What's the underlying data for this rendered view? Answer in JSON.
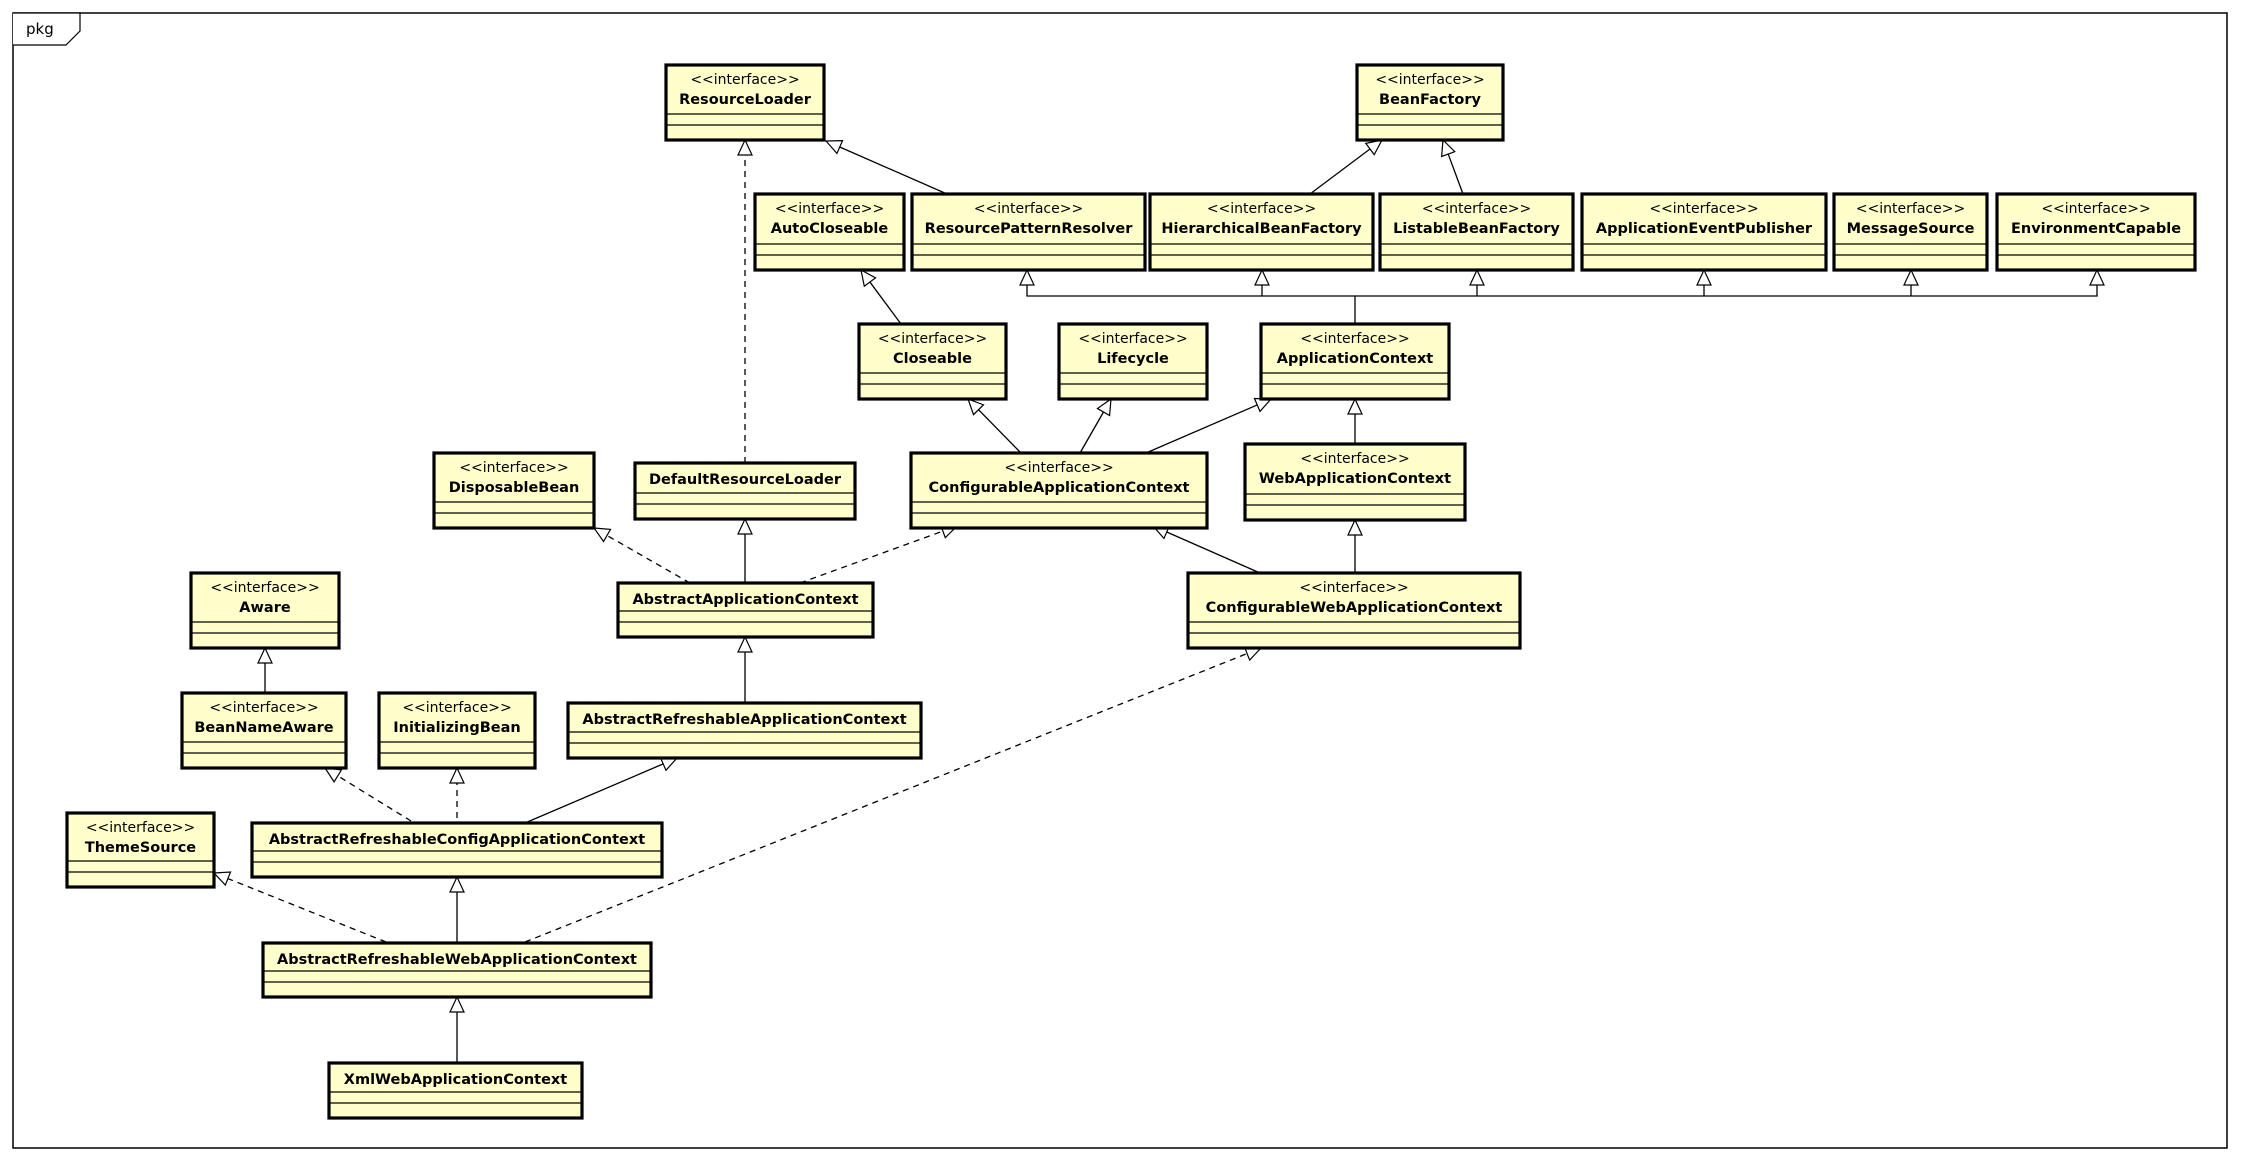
{
  "package": {
    "label": "pkg"
  },
  "stereotype": "<<interface>>",
  "colors": {
    "fill": "#FFFFCC",
    "stroke": "#000000"
  },
  "classes": [
    {
      "id": "ResourceLoader",
      "name": "ResourceLoader",
      "interface": true
    },
    {
      "id": "BeanFactory",
      "name": "BeanFactory",
      "interface": true
    },
    {
      "id": "AutoCloseable",
      "name": "AutoCloseable",
      "interface": true
    },
    {
      "id": "ResourcePatternResolver",
      "name": "ResourcePatternResolver",
      "interface": true
    },
    {
      "id": "HierarchicalBeanFactory",
      "name": "HierarchicalBeanFactory",
      "interface": true
    },
    {
      "id": "ListableBeanFactory",
      "name": "ListableBeanFactory",
      "interface": true
    },
    {
      "id": "ApplicationEventPublisher",
      "name": "ApplicationEventPublisher",
      "interface": true
    },
    {
      "id": "MessageSource",
      "name": "MessageSource",
      "interface": true
    },
    {
      "id": "EnvironmentCapable",
      "name": "EnvironmentCapable",
      "interface": true
    },
    {
      "id": "Closeable",
      "name": "Closeable",
      "interface": true
    },
    {
      "id": "Lifecycle",
      "name": "Lifecycle",
      "interface": true
    },
    {
      "id": "ApplicationContext",
      "name": "ApplicationContext",
      "interface": true
    },
    {
      "id": "DisposableBean",
      "name": "DisposableBean",
      "interface": true
    },
    {
      "id": "DefaultResourceLoader",
      "name": "DefaultResourceLoader",
      "interface": false
    },
    {
      "id": "ConfigurableApplicationContext",
      "name": "ConfigurableApplicationContext",
      "interface": true
    },
    {
      "id": "WebApplicationContext",
      "name": "WebApplicationContext",
      "interface": true
    },
    {
      "id": "Aware",
      "name": "Aware",
      "interface": true
    },
    {
      "id": "AbstractApplicationContext",
      "name": "AbstractApplicationContext",
      "interface": false
    },
    {
      "id": "ConfigurableWebApplicationContext",
      "name": "ConfigurableWebApplicationContext",
      "interface": true
    },
    {
      "id": "BeanNameAware",
      "name": "BeanNameAware",
      "interface": true
    },
    {
      "id": "InitializingBean",
      "name": "InitializingBean",
      "interface": true
    },
    {
      "id": "AbstractRefreshableApplicationContext",
      "name": "AbstractRefreshableApplicationContext",
      "interface": false
    },
    {
      "id": "ThemeSource",
      "name": "ThemeSource",
      "interface": true
    },
    {
      "id": "AbstractRefreshableConfigApplicationContext",
      "name": "AbstractRefreshableConfigApplicationContext",
      "interface": false
    },
    {
      "id": "AbstractRefreshableWebApplicationContext",
      "name": "AbstractRefreshableWebApplicationContext",
      "interface": false
    },
    {
      "id": "XmlWebApplicationContext",
      "name": "XmlWebApplicationContext",
      "interface": false
    }
  ],
  "relations": [
    {
      "from": "DefaultResourceLoader",
      "to": "ResourceLoader",
      "kind": "realization"
    },
    {
      "from": "ResourcePatternResolver",
      "to": "ResourceLoader",
      "kind": "generalization"
    },
    {
      "from": "HierarchicalBeanFactory",
      "to": "BeanFactory",
      "kind": "generalization"
    },
    {
      "from": "ListableBeanFactory",
      "to": "BeanFactory",
      "kind": "generalization"
    },
    {
      "from": "Closeable",
      "to": "AutoCloseable",
      "kind": "generalization"
    },
    {
      "from": "ApplicationContext",
      "to": "ResourcePatternResolver",
      "kind": "generalization"
    },
    {
      "from": "ApplicationContext",
      "to": "HierarchicalBeanFactory",
      "kind": "generalization"
    },
    {
      "from": "ApplicationContext",
      "to": "ListableBeanFactory",
      "kind": "generalization"
    },
    {
      "from": "ApplicationContext",
      "to": "ApplicationEventPublisher",
      "kind": "generalization"
    },
    {
      "from": "ApplicationContext",
      "to": "MessageSource",
      "kind": "generalization"
    },
    {
      "from": "ApplicationContext",
      "to": "EnvironmentCapable",
      "kind": "generalization"
    },
    {
      "from": "ConfigurableApplicationContext",
      "to": "Closeable",
      "kind": "generalization"
    },
    {
      "from": "ConfigurableApplicationContext",
      "to": "Lifecycle",
      "kind": "generalization"
    },
    {
      "from": "ConfigurableApplicationContext",
      "to": "ApplicationContext",
      "kind": "generalization"
    },
    {
      "from": "WebApplicationContext",
      "to": "ApplicationContext",
      "kind": "generalization"
    },
    {
      "from": "ConfigurableWebApplicationContext",
      "to": "WebApplicationContext",
      "kind": "generalization"
    },
    {
      "from": "ConfigurableWebApplicationContext",
      "to": "ConfigurableApplicationContext",
      "kind": "generalization"
    },
    {
      "from": "AbstractApplicationContext",
      "to": "DefaultResourceLoader",
      "kind": "generalization"
    },
    {
      "from": "AbstractApplicationContext",
      "to": "DisposableBean",
      "kind": "realization"
    },
    {
      "from": "AbstractApplicationContext",
      "to": "ConfigurableApplicationContext",
      "kind": "realization"
    },
    {
      "from": "AbstractRefreshableApplicationContext",
      "to": "AbstractApplicationContext",
      "kind": "generalization"
    },
    {
      "from": "BeanNameAware",
      "to": "Aware",
      "kind": "generalization"
    },
    {
      "from": "AbstractRefreshableConfigApplicationContext",
      "to": "BeanNameAware",
      "kind": "realization"
    },
    {
      "from": "AbstractRefreshableConfigApplicationContext",
      "to": "InitializingBean",
      "kind": "realization"
    },
    {
      "from": "AbstractRefreshableConfigApplicationContext",
      "to": "AbstractRefreshableApplicationContext",
      "kind": "generalization"
    },
    {
      "from": "AbstractRefreshableWebApplicationContext",
      "to": "AbstractRefreshableConfigApplicationContext",
      "kind": "generalization"
    },
    {
      "from": "AbstractRefreshableWebApplicationContext",
      "to": "ThemeSource",
      "kind": "realization"
    },
    {
      "from": "AbstractRefreshableWebApplicationContext",
      "to": "ConfigurableWebApplicationContext",
      "kind": "realization"
    },
    {
      "from": "XmlWebApplicationContext",
      "to": "AbstractRefreshableWebApplicationContext",
      "kind": "generalization"
    }
  ]
}
